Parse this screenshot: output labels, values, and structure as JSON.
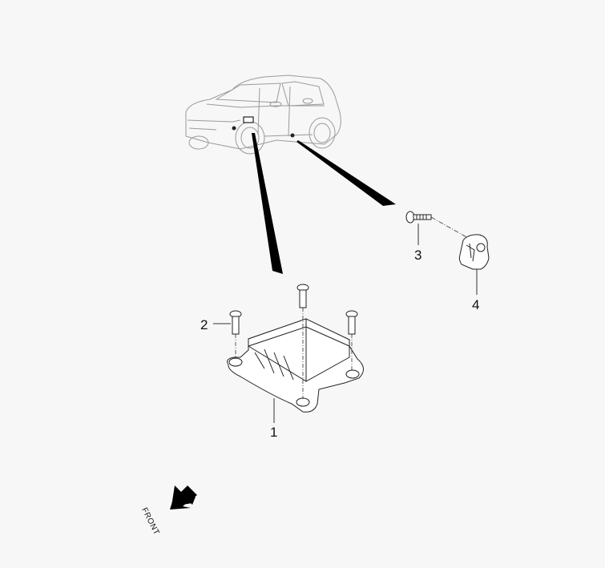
{
  "diagram": {
    "type": "exploded-parts-view",
    "subject": "airbag control module and side impact sensor location",
    "callouts": [
      {
        "id": "1",
        "label": "1",
        "part": "control-module"
      },
      {
        "id": "2",
        "label": "2",
        "part": "module-bolt"
      },
      {
        "id": "3",
        "label": "3",
        "part": "sensor-bolt"
      },
      {
        "id": "4",
        "label": "4",
        "part": "side-impact-sensor"
      }
    ],
    "orientation": {
      "label": "FRONT",
      "icon": "arrow-icon"
    },
    "colors": {
      "background": "#f7f7f7",
      "line": "#1a1a1a",
      "vehicle_line": "#9a9a9a"
    }
  }
}
